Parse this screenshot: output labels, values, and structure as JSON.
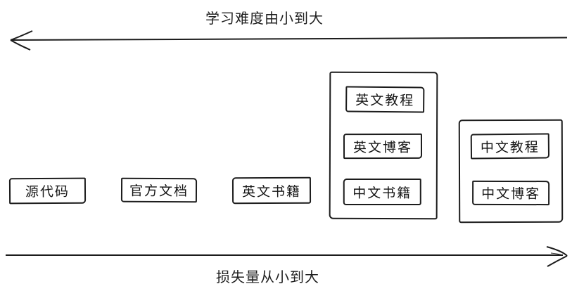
{
  "diagram": {
    "top_axis_label": "学习难度由小到大",
    "bottom_axis_label": "损失量从小到大",
    "ink_color": "#1c1c1c",
    "background_color": "#ffffff",
    "nodes": [
      {
        "label": "源代码"
      },
      {
        "label": "官方文档"
      },
      {
        "label": "英文书籍"
      }
    ],
    "group1": {
      "items": [
        {
          "label": "英文教程"
        },
        {
          "label": "英文博客"
        },
        {
          "label": "中文书籍"
        }
      ]
    },
    "group2": {
      "items": [
        {
          "label": "中文教程"
        },
        {
          "label": "中文博客"
        }
      ]
    }
  }
}
